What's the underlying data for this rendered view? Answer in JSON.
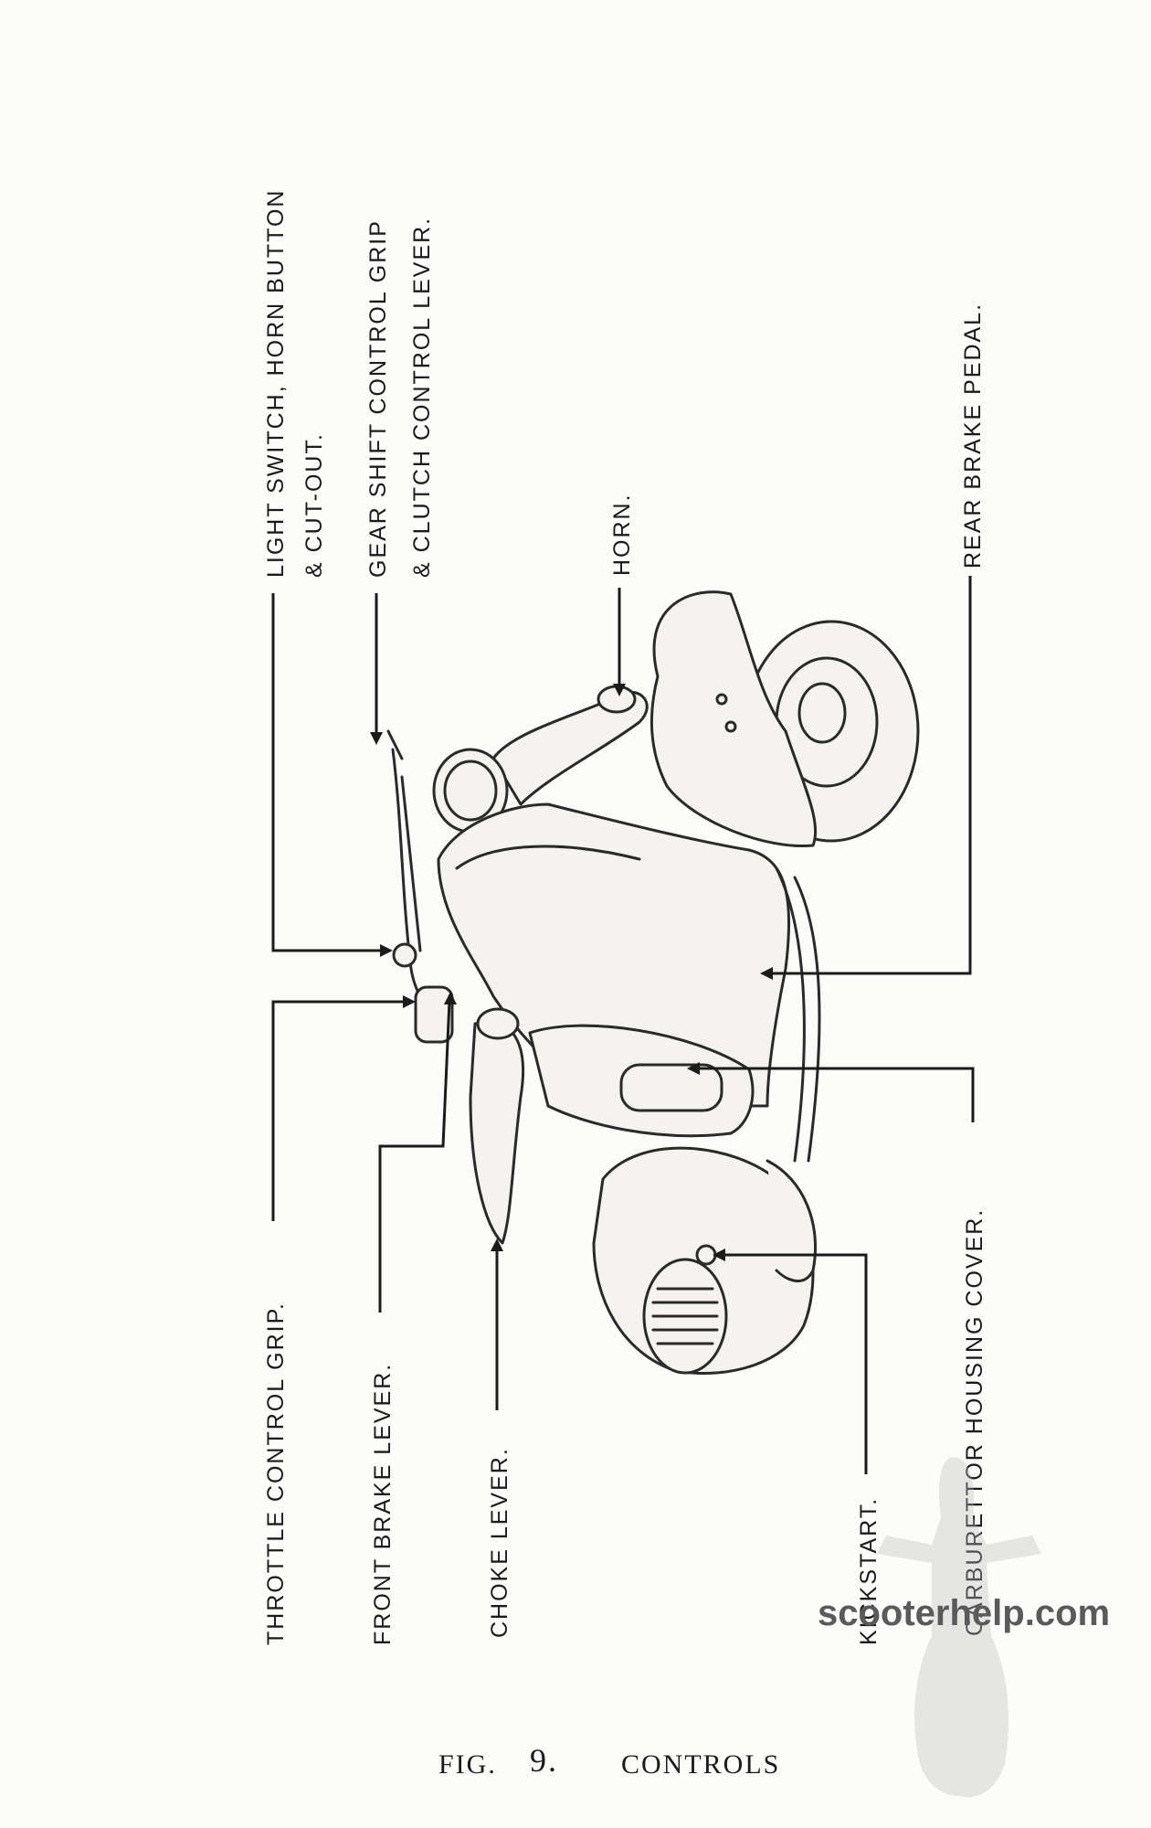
{
  "labels": {
    "throttle": "THROTTLE  CONTROL GRIP.",
    "light_switch_1": "LIGHT SWITCH,  HORN BUTTON",
    "light_switch_2": "& CUT-OUT.",
    "gear_shift_1": "GEAR SHIFT  CONTROL GRIP",
    "gear_shift_2": "& CLUTCH CONTROL LEVER.",
    "front_brake": "FRONT BRAKE LEVER.",
    "choke": "CHOKE LEVER.",
    "horn": "HORN.",
    "kickstart": "KICKSTART.",
    "carburettor": "CARBURETTOR  HOUSING  COVER.",
    "rear_brake": "REAR BRAKE PEDAL."
  },
  "caption": {
    "fig": "FIG.",
    "number": "9.",
    "title": "CONTROLS"
  },
  "watermark": "scooterhelp.com"
}
